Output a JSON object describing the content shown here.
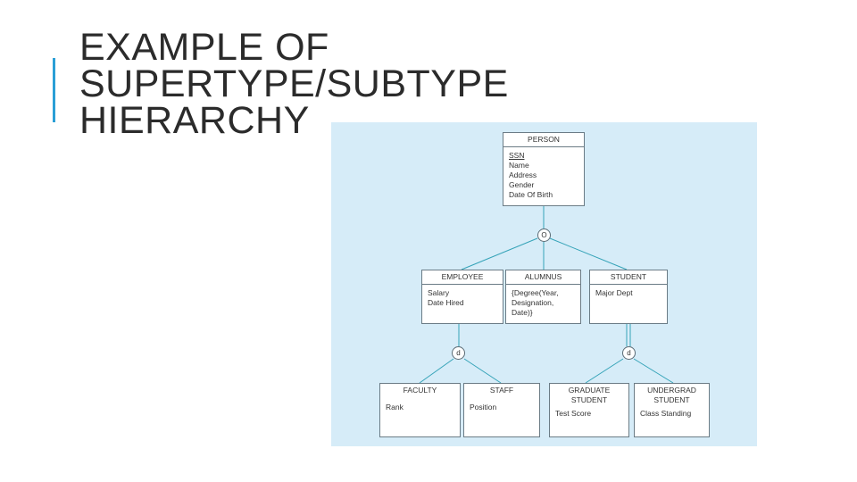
{
  "slide": {
    "title_lines": [
      "EXAMPLE OF",
      "SUPERTYPE/SUBTYPE",
      "HIERARCHY"
    ]
  },
  "diagram": {
    "person": {
      "name": "PERSON",
      "attrs": [
        "SSN",
        "Name",
        "Address",
        "Gender",
        "Date Of Birth"
      ]
    },
    "overlap_symbol": "O",
    "employee": {
      "name": "EMPLOYEE",
      "attrs": [
        "Salary",
        "Date Hired"
      ]
    },
    "alumnus": {
      "name": "ALUMNUS",
      "attrs": [
        "{Degree(Year,",
        "Designation,",
        "Date)}"
      ]
    },
    "student": {
      "name": "STUDENT",
      "attrs": [
        "Major Dept"
      ]
    },
    "disjoint_symbol_left": "d",
    "disjoint_symbol_right": "d",
    "faculty": {
      "name": "FACULTY",
      "attrs": [
        "Rank"
      ]
    },
    "staff": {
      "name": "STAFF",
      "attrs": [
        "Position"
      ]
    },
    "graduate_student": {
      "name_lines": [
        "GRADUATE",
        "STUDENT"
      ],
      "attrs": [
        "Test Score"
      ]
    },
    "undergrad_student": {
      "name_lines": [
        "UNDERGRAD",
        "STUDENT"
      ],
      "attrs": [
        "Class Standing"
      ]
    },
    "colors": {
      "background": "#d6ecf8",
      "lines": "#35a3b8",
      "border": "#6b7c86"
    }
  }
}
